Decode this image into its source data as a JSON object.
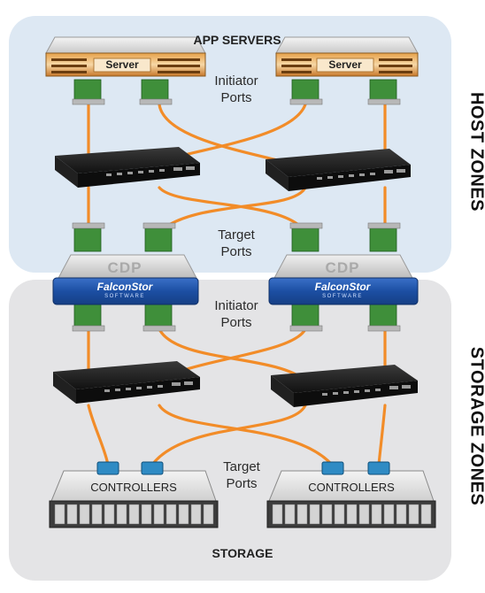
{
  "title_top": "APP SERVERS",
  "title_bottom": "STORAGE",
  "zones": {
    "host": "HOST ZONES",
    "storage": "STORAGE  ZONES"
  },
  "port_labels": {
    "host_initiator": [
      "Initiator",
      "Ports"
    ],
    "host_target": [
      "Target",
      "Ports"
    ],
    "storage_initiator": [
      "Initiator",
      "Ports"
    ],
    "storage_target": [
      "Target",
      "Ports"
    ]
  },
  "servers": {
    "label": "Server"
  },
  "appliances": {
    "cdp_label": "CDP",
    "brand": "FalconStor",
    "brand_sub": "SOFTWARE"
  },
  "storage_arrays": {
    "controllers_label": "CONTROLLERS"
  },
  "colors": {
    "cable": "#f28c28",
    "host_zone_bg": "#dde8f3",
    "storage_zone_bg": "#e4e4e6",
    "appliance_blue": "#1c4fa3",
    "switch_body": "#1a1a1a",
    "hba_green": "#3f8f3a"
  }
}
